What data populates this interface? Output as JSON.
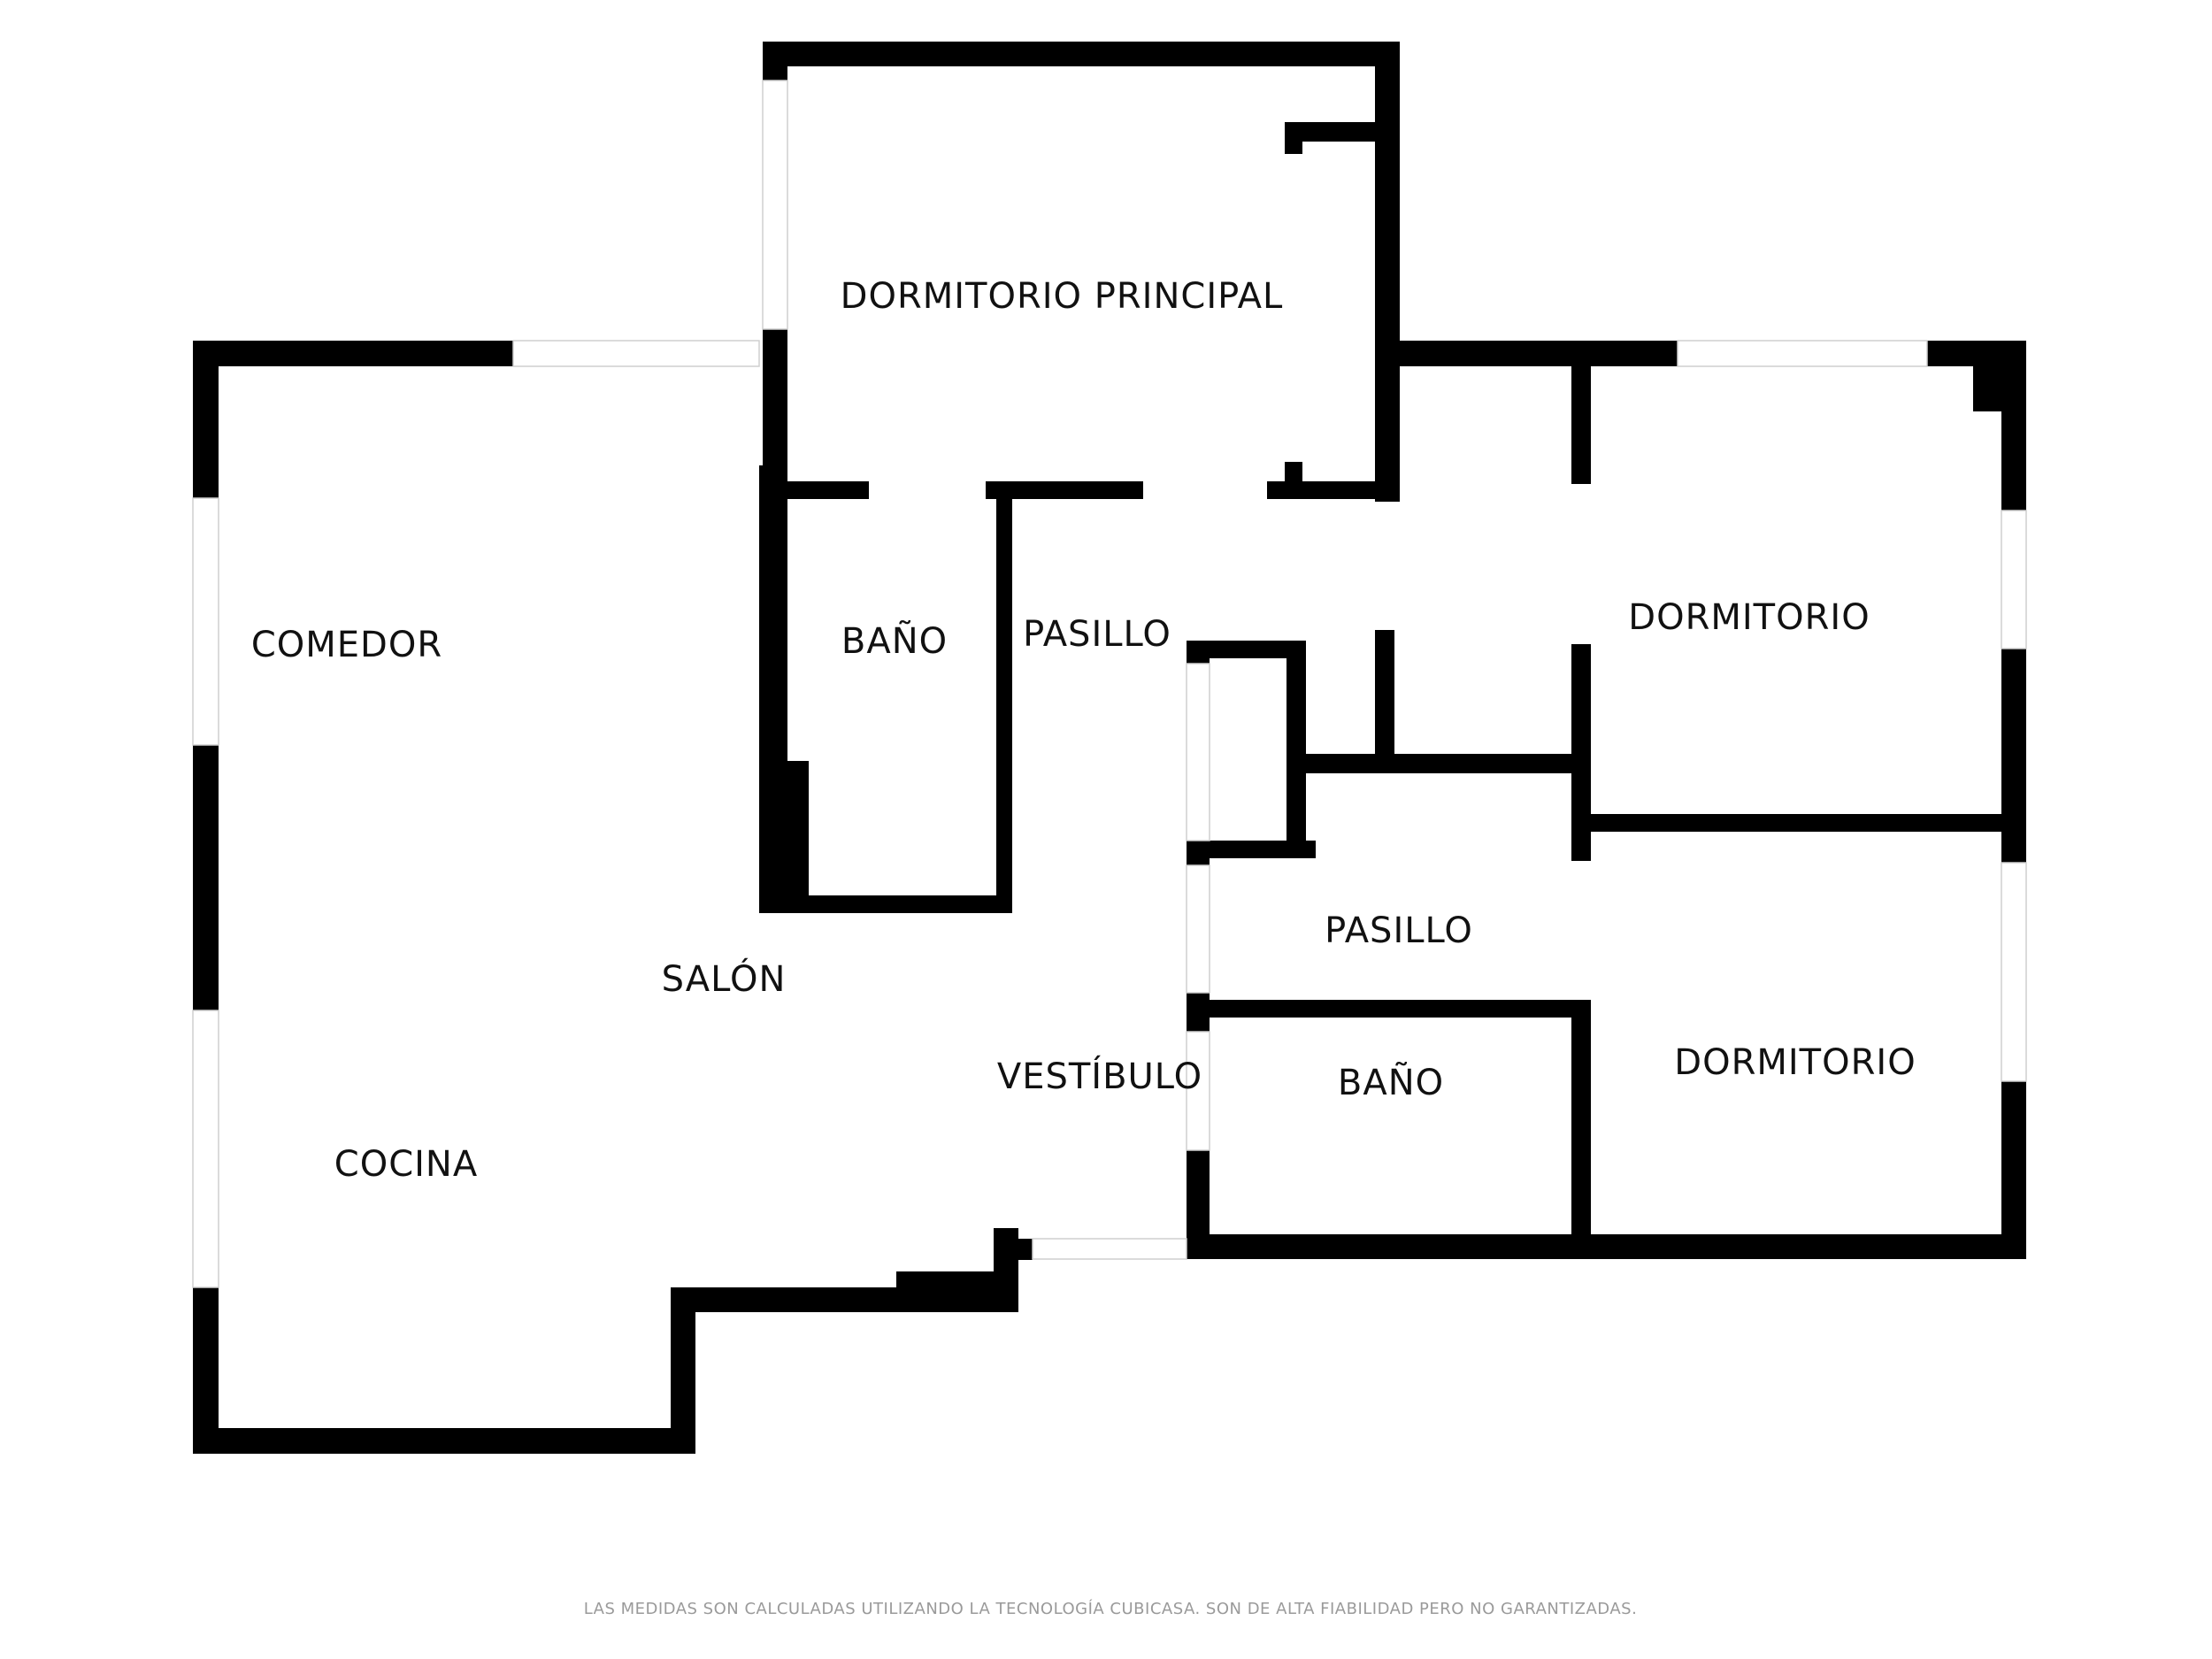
{
  "plan": {
    "rooms": [
      {
        "id": "dormitorio-principal",
        "label": "DORMITORIO PRINCIPAL"
      },
      {
        "id": "comedor",
        "label": "COMEDOR"
      },
      {
        "id": "bano-1",
        "label": "BAÑO"
      },
      {
        "id": "pasillo-1",
        "label": "PASILLO"
      },
      {
        "id": "dormitorio-1",
        "label": "DORMITORIO"
      },
      {
        "id": "salon",
        "label": "SALÓN"
      },
      {
        "id": "pasillo-2",
        "label": "PASILLO"
      },
      {
        "id": "vestibulo",
        "label": "VESTÍBULO"
      },
      {
        "id": "bano-2",
        "label": "BAÑO"
      },
      {
        "id": "dormitorio-2",
        "label": "DORMITORIO"
      },
      {
        "id": "cocina",
        "label": "COCINA"
      }
    ]
  },
  "footer": {
    "disclaimer": "LAS MEDIDAS SON CALCULADAS UTILIZANDO LA TECNOLOGÍA CUBICASA. SON DE ALTA FIABILIDAD PERO NO GARANTIZADAS."
  }
}
